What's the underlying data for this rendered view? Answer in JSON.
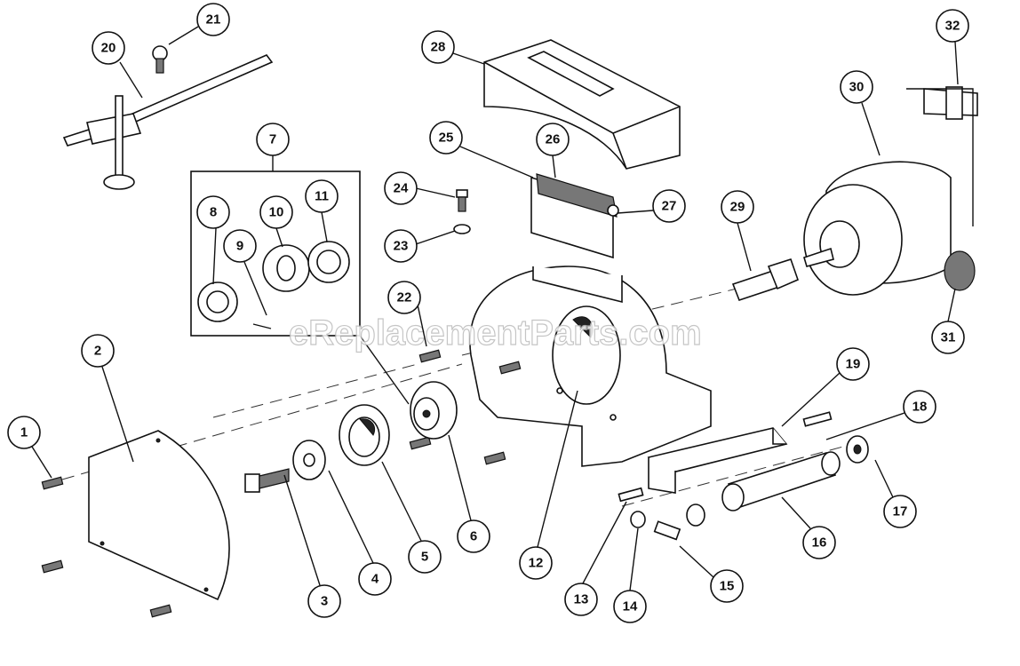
{
  "watermark": "eReplacementParts.com",
  "callouts": {
    "c1": "1",
    "c2": "2",
    "c3": "3",
    "c4": "4",
    "c5": "5",
    "c6": "6",
    "c7": "7",
    "c8": "8",
    "c9": "9",
    "c10": "10",
    "c11": "11",
    "c12": "12",
    "c13": "13",
    "c14": "14",
    "c15": "15",
    "c16": "16",
    "c17": "17",
    "c18": "18",
    "c19": "19",
    "c20": "20",
    "c21": "21",
    "c22": "22",
    "c23": "23",
    "c24": "24",
    "c25": "25",
    "c26": "26",
    "c27": "27",
    "c28": "28",
    "c29": "29",
    "c30": "30",
    "c31": "31",
    "c32": "32"
  }
}
